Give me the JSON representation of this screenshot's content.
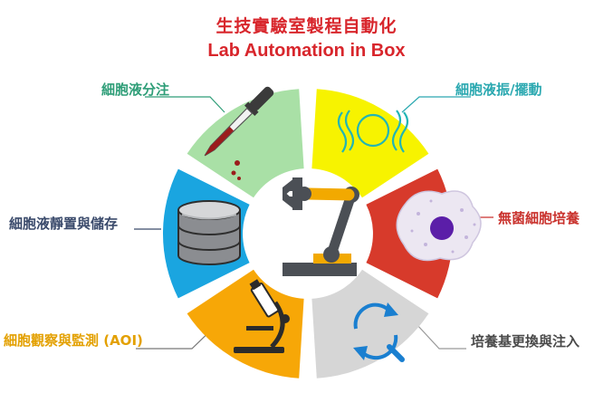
{
  "title": {
    "zh": "生技實驗室製程自動化",
    "en": "Lab Automation in Box"
  },
  "segments": [
    {
      "id": "dispense",
      "label": "細胞液分注",
      "color": "#a9e0a6",
      "text_color": "#2f9e78",
      "icon": "pipette-icon"
    },
    {
      "id": "shake",
      "label": "細胞液振/擺動",
      "color": "#f7f300",
      "text_color": "#2aa8b0",
      "icon": "vibration-icon"
    },
    {
      "id": "culture",
      "label": "無菌細胞培養",
      "color": "#d73a2b",
      "text_color": "#c9322d",
      "icon": "cell-icon"
    },
    {
      "id": "medium",
      "label": "培養基更換與注入",
      "color": "#d6d6d6",
      "text_color": "#4a4a4a",
      "icon": "refresh-cycle-icon"
    },
    {
      "id": "observe",
      "label": "細胞觀察與監測 (AOI)",
      "color": "#f7a707",
      "text_color": "#e3a000",
      "icon": "microscope-icon"
    },
    {
      "id": "storage",
      "label": "細胞液靜置與儲存",
      "color": "#1aa5e0",
      "text_color": "#3a4a6b",
      "icon": "database-icon"
    }
  ],
  "center": {
    "icon": "robot-arm-icon"
  }
}
